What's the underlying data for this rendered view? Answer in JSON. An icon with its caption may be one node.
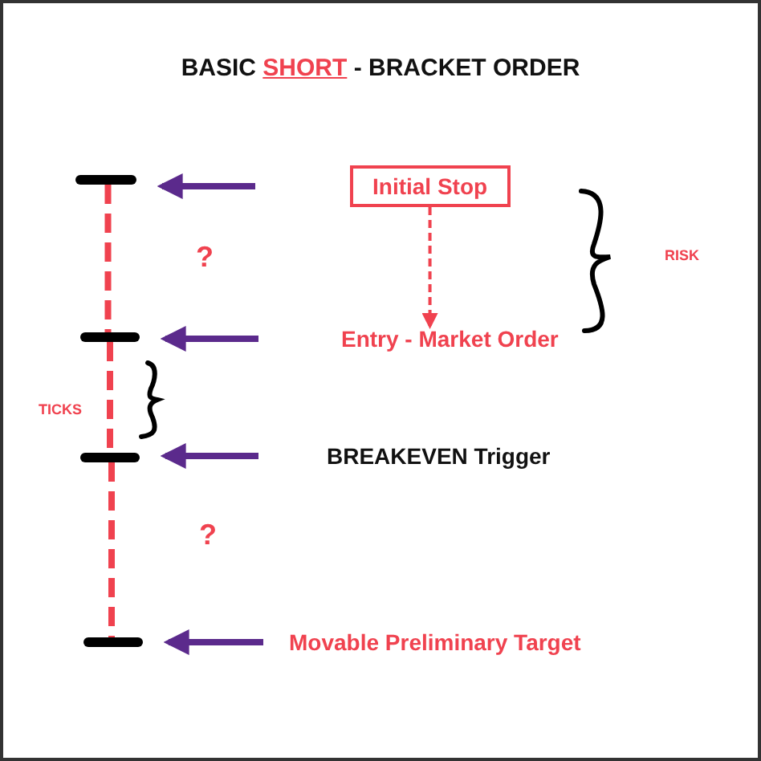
{
  "diagram": {
    "title": "BASIC SHORT - BRACKET ORDER",
    "nodes": [
      {
        "text": [],
        "shape": "bar"
      },
      {
        "text": [
          "Initial Stop"
        ]
      },
      {
        "text": [],
        "shape": "bar"
      },
      {
        "text": [
          "Entry - Market Order"
        ]
      },
      {
        "text": [],
        "shape": "bar"
      },
      {
        "text": [
          "BREAKEVEN Trigger"
        ]
      },
      {
        "text": [],
        "shape": "bar"
      },
      {
        "text": [
          "Movable Preliminary Target"
        ]
      }
    ],
    "edges": [
      {
        "from": 1,
        "to": 0,
        "arrow": "to",
        "color": "#5b2a8c"
      },
      {
        "from": 1,
        "to": 3,
        "arrow": "to",
        "style": "dashed",
        "color": "#f0424f"
      },
      {
        "from": 3,
        "to": 2,
        "arrow": "to",
        "color": "#5b2a8c"
      },
      {
        "from": 5,
        "to": 4,
        "arrow": "to",
        "color": "#5b2a8c"
      },
      {
        "from": 7,
        "to": 6,
        "arrow": "to",
        "color": "#5b2a8c"
      },
      {
        "from": 0,
        "to": 2,
        "arrow": "none",
        "style": "dashed",
        "color": "#f0424f"
      },
      {
        "from": 2,
        "to": 4,
        "arrow": "none",
        "style": "dashed",
        "color": "#f0424f"
      },
      {
        "from": 4,
        "to": 6,
        "arrow": "none",
        "style": "dashed",
        "color": "#f0424f"
      }
    ],
    "labels": [
      "?",
      "RISK",
      "TICKS",
      "?"
    ]
  }
}
